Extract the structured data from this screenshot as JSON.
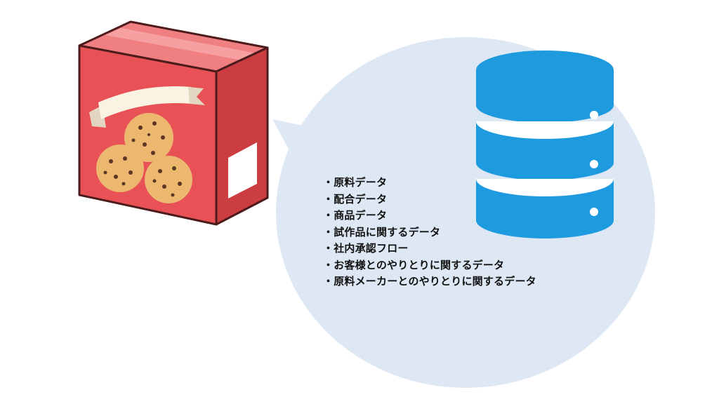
{
  "items": [
    "・原料データ",
    "・配合データ",
    "・商品データ",
    "・試作品に関するデータ",
    "・社内承認フロー",
    "・お客様とのやりとりに関するデータ",
    "・原料メーカーとのやりとりに関するデータ"
  ],
  "icons": {
    "product": "cookie-box-icon",
    "storage": "database-icon"
  },
  "colors": {
    "bubble": "#dee8f4",
    "box_red": "#e85256",
    "database": "#1e9adf",
    "cookie": "#ecb86f"
  }
}
